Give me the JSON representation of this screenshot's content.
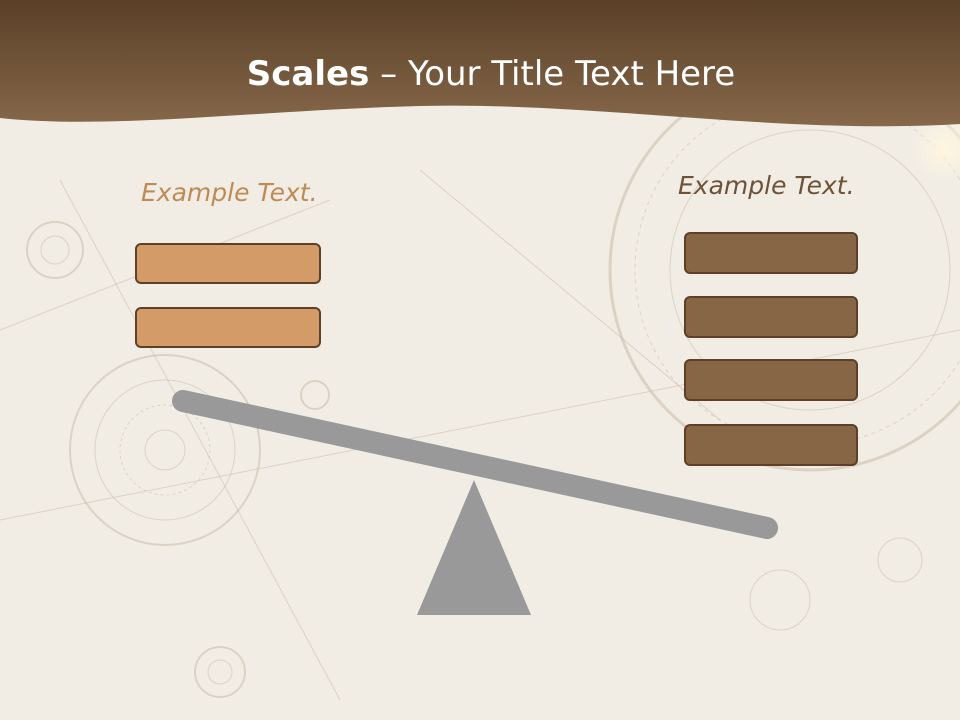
{
  "title": {
    "bold": "Scales",
    "rest": " – Your Title Text Here"
  },
  "left_label": "Example Text.",
  "right_label": "Example Text.",
  "colors": {
    "header_brown": "#6f5437",
    "left_box_fill": "#d39b68",
    "right_box_fill": "#876646",
    "box_border": "#5d4028",
    "scale_gray": "#999999",
    "left_label_color": "#c08a55",
    "right_label_color": "#6e5238"
  },
  "left_boxes_count": 2,
  "right_boxes_count": 4
}
